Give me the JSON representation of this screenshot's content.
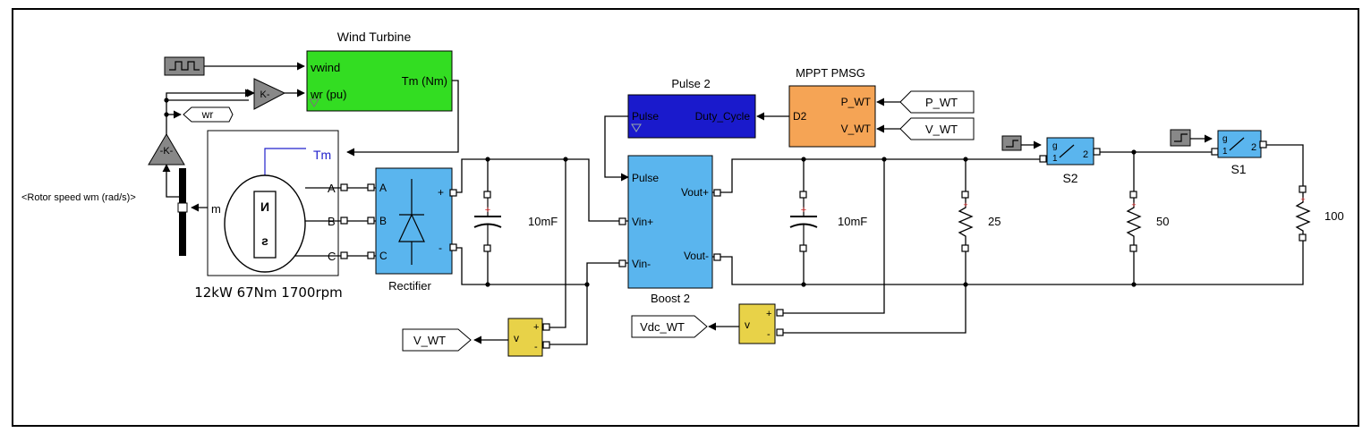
{
  "colors": {
    "wind_turbine": "#33dd22",
    "pulse_block": "#1a1acc",
    "mppt_block": "#f5a455",
    "power_block": "#5ab5ee",
    "measure_block": "#e8d248",
    "gain_block": "#888888"
  },
  "wind_turbine": {
    "title": "Wind Turbine",
    "in_vwind": "vwind",
    "in_wr": "wr (pu)",
    "out_tm": "Tm (Nm)"
  },
  "gain_top": {
    "label": "K-"
  },
  "gain_left": {
    "label": "-K-"
  },
  "wr_tag": "wr",
  "rotor_label": "<Rotor speed wm (rad/s)>",
  "machine": {
    "in_tm": "Tm",
    "out_m": "m",
    "phase_a": "A",
    "phase_b": "B",
    "phase_c": "C",
    "caption": "12kW 67Nm 1700rpm"
  },
  "rectifier": {
    "caption": "Rectifier",
    "in_a": "A",
    "in_b": "B",
    "in_c": "C",
    "out_plus": "+",
    "out_minus": "-"
  },
  "cap1_label": "10mF",
  "cap2_label": "10mF",
  "pulse2": {
    "title": "Pulse 2",
    "out_pulse": "Pulse",
    "in_duty": "Duty_Cycle"
  },
  "mppt": {
    "title": "MPPT PMSG",
    "out_d2": "D2",
    "in_p": "P_WT",
    "in_v": "V_WT"
  },
  "from_tags": {
    "p_wt": "P_WT",
    "v_wt": "V_WT"
  },
  "boost": {
    "caption": "Boost 2",
    "in_pulse": "Pulse",
    "in_vplus": "Vin+",
    "in_vminus": "Vin-",
    "out_vplus": "Vout+",
    "out_vminus": "Vout-"
  },
  "vmeas1": {
    "label": "v",
    "plus": "+",
    "minus": "-",
    "goto": "V_WT"
  },
  "vmeas2": {
    "label": "v",
    "plus": "+",
    "minus": "-",
    "goto": "Vdc_WT"
  },
  "resistors": {
    "r1": "25",
    "r2": "50",
    "r3": "100"
  },
  "switches": {
    "s2": "S2",
    "s1": "S1"
  }
}
